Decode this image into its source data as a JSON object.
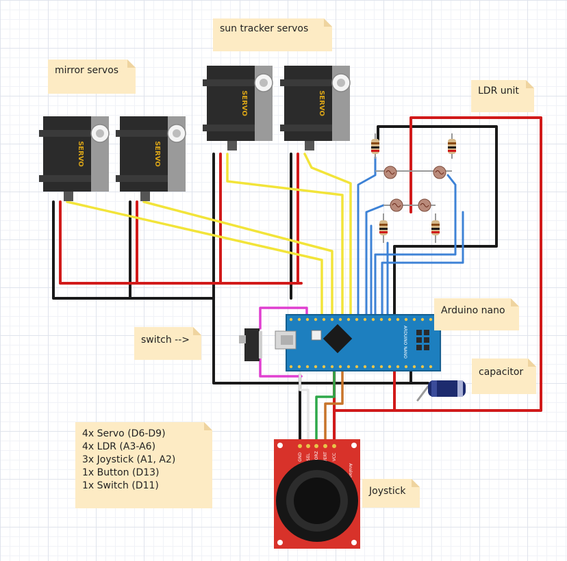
{
  "labels": {
    "mirror_servos": "mirror servos",
    "sun_tracker_servos": "sun tracker servos",
    "ldr_unit": "LDR unit",
    "arduino_nano": "Arduino nano",
    "switch": "switch -->",
    "capacitor": "capacitor",
    "joystick": "Joystick"
  },
  "pin_summary": [
    "4x Servo (D6-D9)",
    "4x LDR (A3-A6)",
    "3x Joystick (A1, A2)",
    "1x Button (D13)",
    "1x Switch (D11)"
  ],
  "parts": {
    "servo_label": "SERVO",
    "arduino_silkscreen": "ARDUINO NANO",
    "joystick_pins": [
      "GND",
      "SEL",
      "HORZ",
      "VERT",
      "VCC"
    ],
    "joystick_silkscreen": "Analog Joystick"
  },
  "colors": {
    "servo_body": "#2b2b2b",
    "servo_label": "#d9a418",
    "wire_red": "#d11a1a",
    "wire_black": "#1a1a1a",
    "wire_yellow": "#f2e43a",
    "wire_blue": "#3d82d6",
    "wire_magenta": "#e040d0",
    "wire_green": "#2ea84a",
    "wire_orange": "#c8742a",
    "wire_white": "#e6e6e6",
    "arduino_board": "#1d7fbf",
    "joystick_board": "#d8322a",
    "note_bg": "#fdebc4"
  }
}
